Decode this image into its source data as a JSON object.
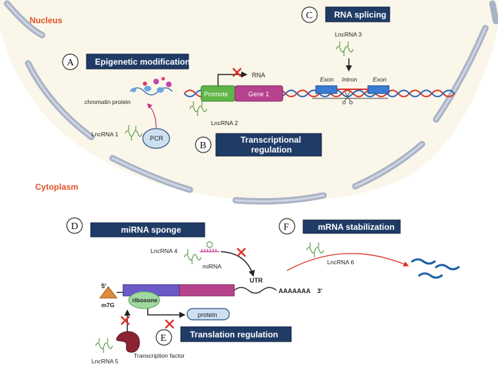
{
  "regions": {
    "nucleus": "Nucleus",
    "cytoplasm": "Cytoplasm"
  },
  "panels": {
    "A": {
      "letter": "A",
      "title": "Epigenetic modification"
    },
    "B": {
      "letter": "B",
      "title_line1": "Transcriptional",
      "title_line2": "regulation"
    },
    "C": {
      "letter": "C",
      "title": "RNA splicing"
    },
    "D": {
      "letter": "D",
      "title": "miRNA sponge"
    },
    "E": {
      "letter": "E",
      "title": "Translation regulation"
    },
    "F": {
      "letter": "F",
      "title": "mRNA stabilization"
    }
  },
  "labels": {
    "chromatin_protein": "chromatin protein",
    "lncrna1": "LncRNA 1",
    "pcr": "PCR",
    "rna": "RNA",
    "promote": "Promote",
    "gene1": "Gene 1",
    "lncrna2": "LncRNA 2",
    "lncrna3": "LncRNA 3",
    "exon_left": "Exon",
    "intron": "Intron",
    "exon_right": "Exon",
    "lncrna4": "LncRNA 4",
    "mirna": "miRNA",
    "utr": "UTR",
    "five_prime": "5'",
    "three_prime": "3'",
    "polya": "AAAAAAA",
    "m7g": "m7G",
    "ribosone": "ribosone",
    "protein": "protein",
    "lncrna5": "LncRNA 5",
    "transcription_factor": "Transcription factor",
    "lncrna6": "LncRNA 6"
  },
  "colors": {
    "nucleus_fill": "#faf6e9",
    "membrane": "#a9b3c6",
    "label_box": "#1f3b66",
    "region_text": "#e2522b",
    "dna_red": "#d9342b",
    "dna_blue": "#2b63b8",
    "promoter": "#5fb646",
    "gene": "#b7438f",
    "exon": "#3a7bd5",
    "ribosome": "#9fd9a0",
    "cap": "#e08a3c",
    "tf": "#8c2332"
  }
}
